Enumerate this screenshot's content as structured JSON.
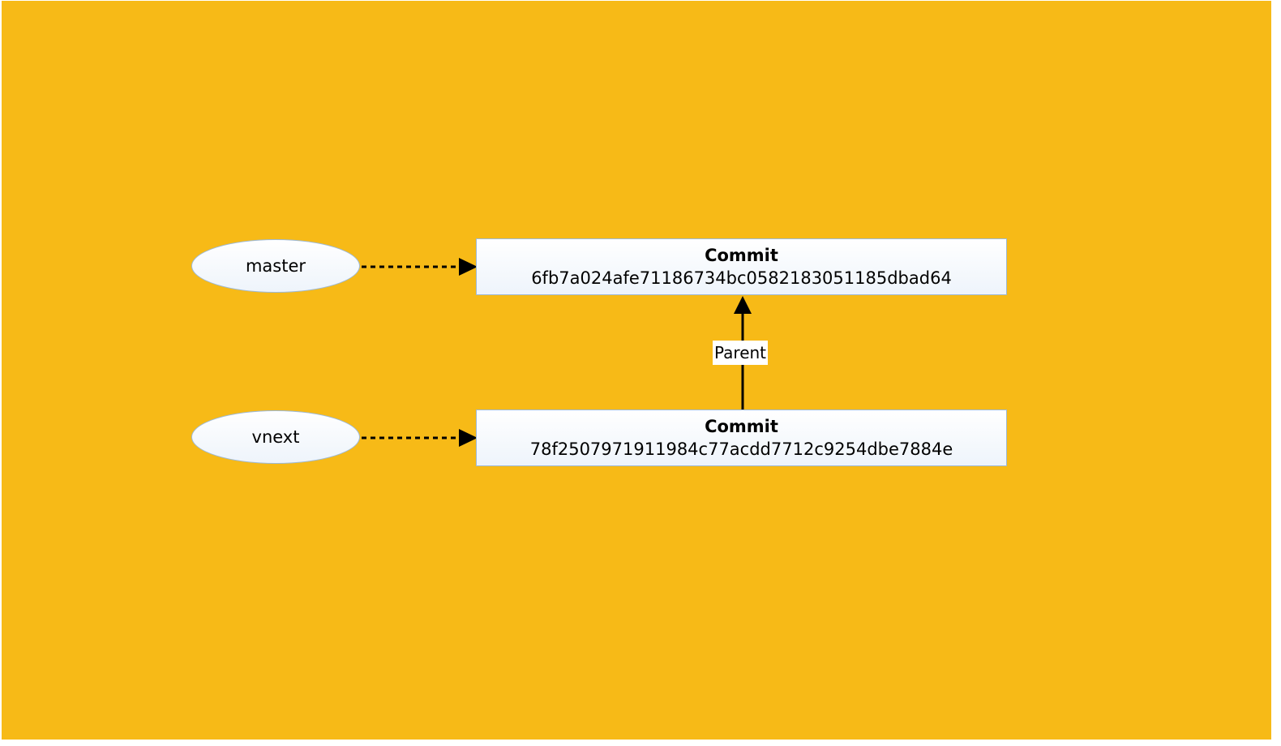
{
  "branches": [
    {
      "label": "master"
    },
    {
      "label": "vnext"
    }
  ],
  "commits": [
    {
      "title": "Commit",
      "hash": "6fb7a024afe71186734bc0582183051185dbad64"
    },
    {
      "title": "Commit",
      "hash": "78f2507971911984c77acdd7712c9254dbe7884e"
    }
  ],
  "edges": {
    "parent_label": "Parent"
  },
  "colors": {
    "background": "#f7ba17",
    "node_border": "#9db9d6",
    "node_fill": "#ffffff",
    "arrow": "#000000"
  }
}
